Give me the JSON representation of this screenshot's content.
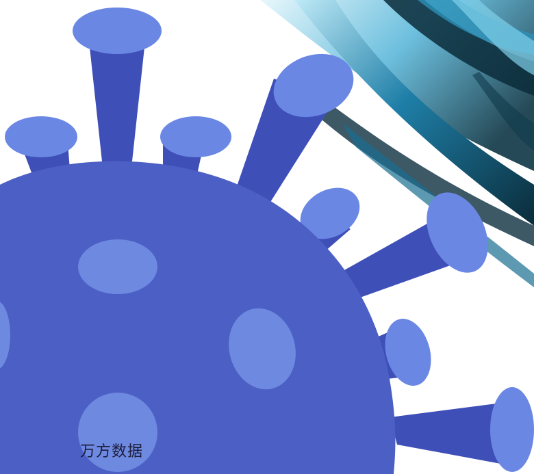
{
  "watermark": {
    "text": "万方数据"
  },
  "colors": {
    "virus_body": "#4c5fc4",
    "virus_spot": "#6e89e0",
    "spike_stem": "#3f4fb8",
    "spike_cap": "#6b87e4",
    "ribbon_dark": "#0c2f3e",
    "ribbon_mid": "#1f7fa8",
    "ribbon_light": "#8fd6ec"
  },
  "illustration": {
    "subject": "coronavirus-illustration",
    "background_element": "blue-ribbon-streaks"
  }
}
